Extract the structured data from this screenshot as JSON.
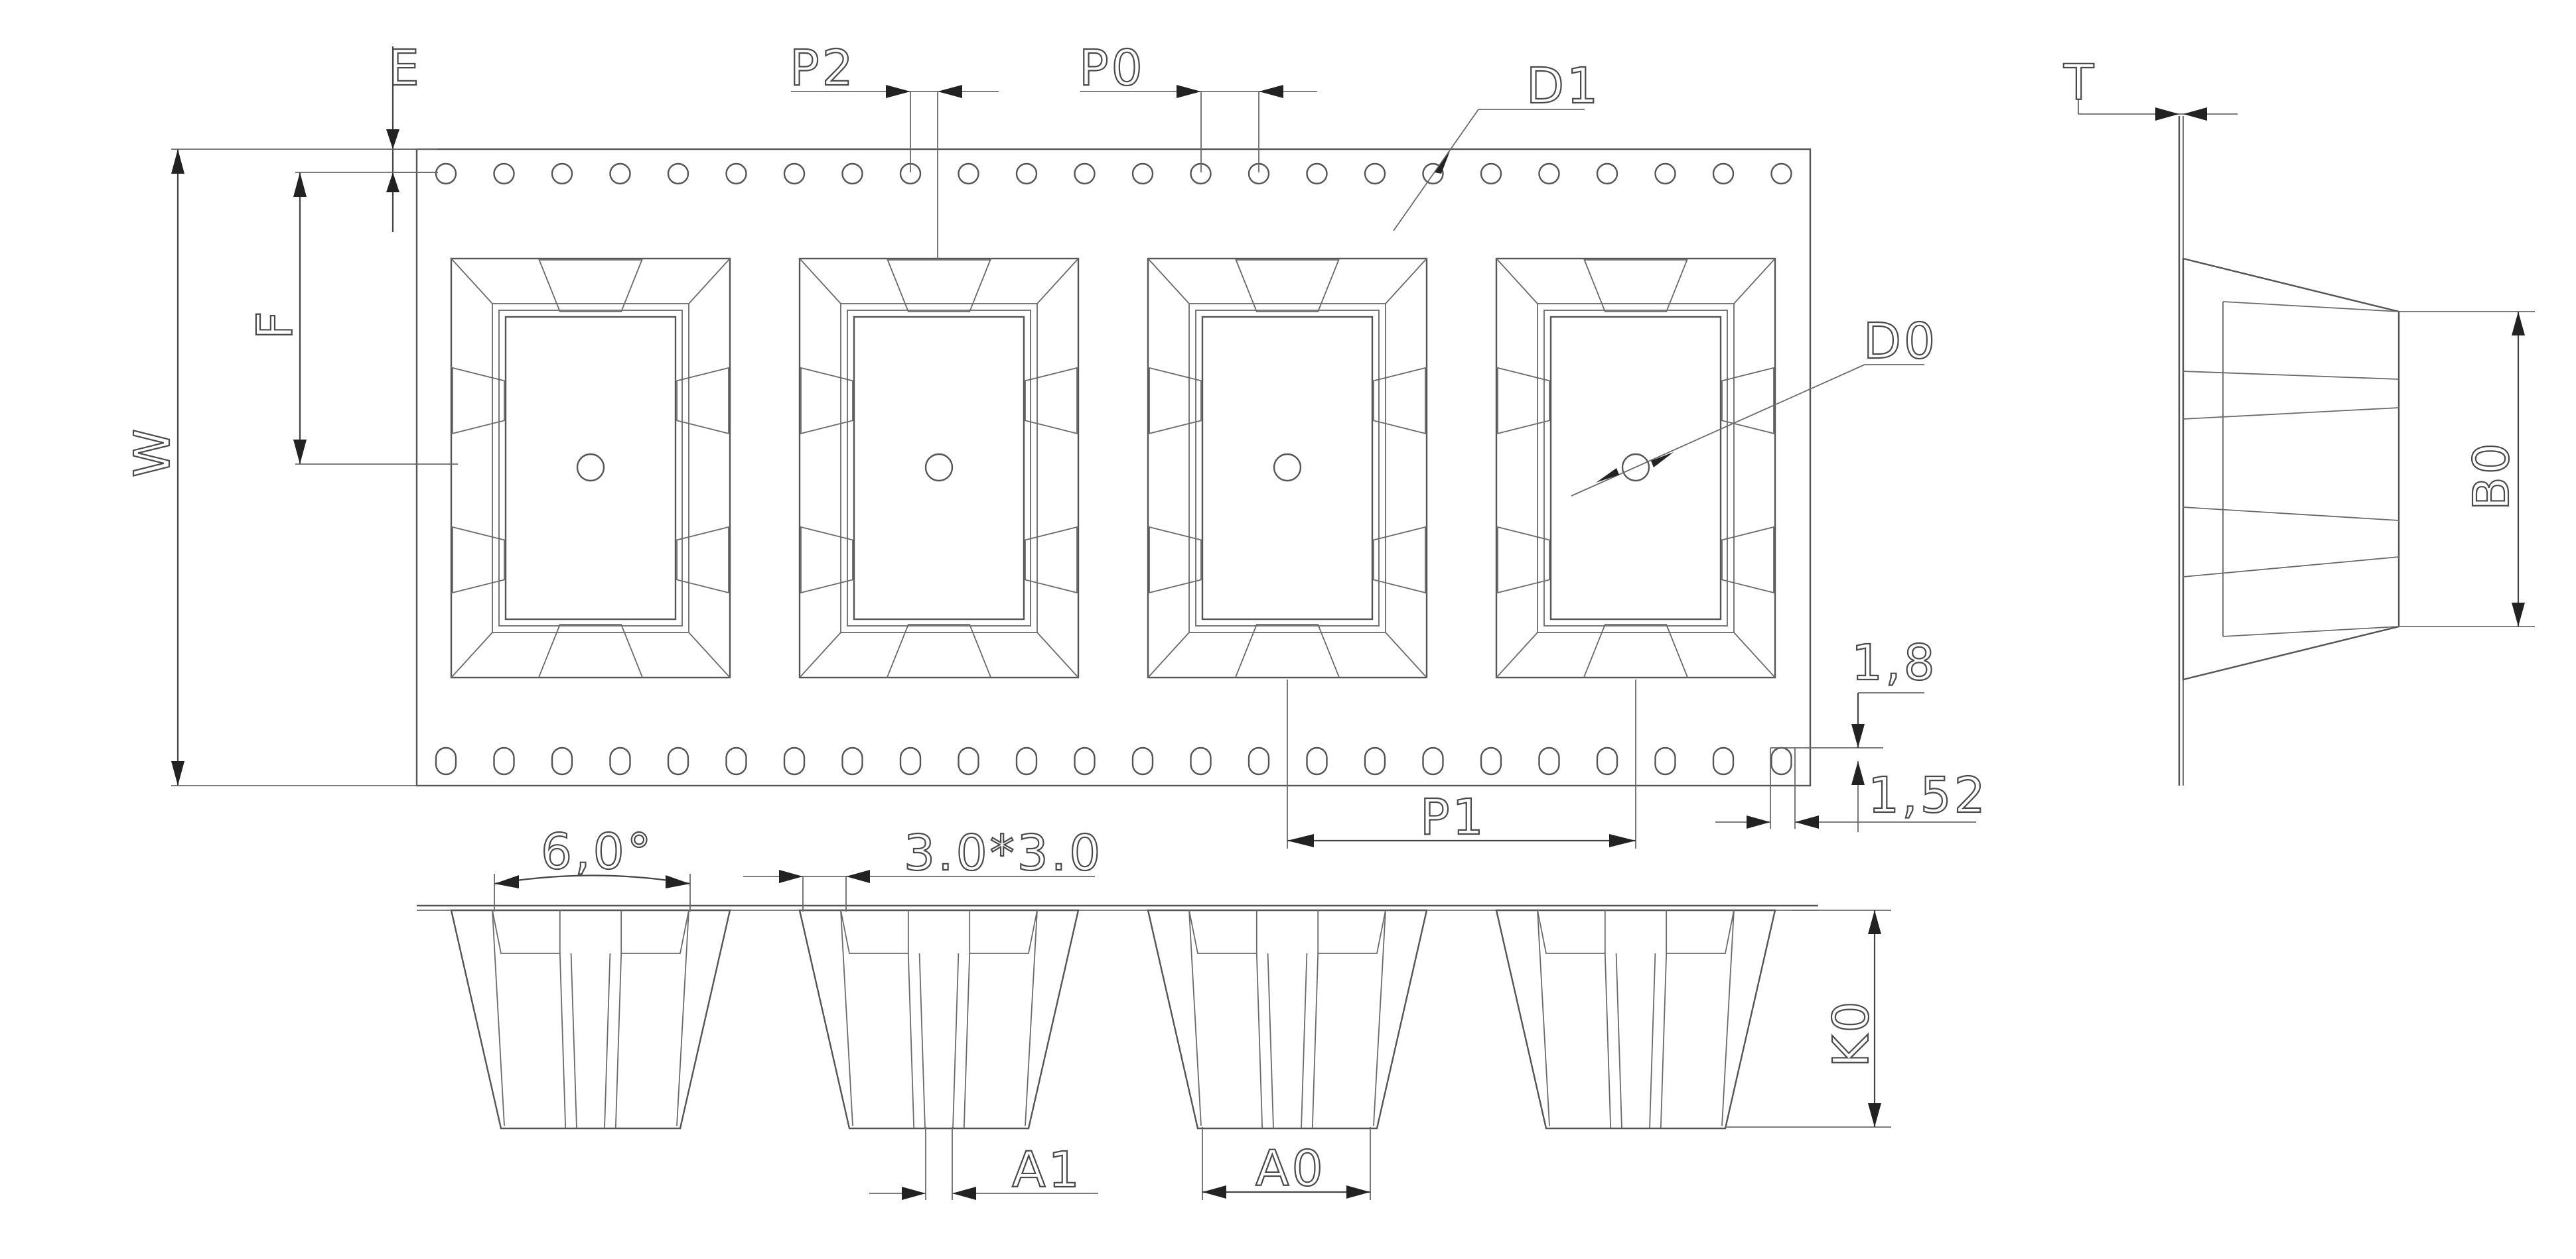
{
  "labels": {
    "E": "E",
    "P2": "P2",
    "P0": "P0",
    "D1": "D1",
    "D0": "D0",
    "F": "F",
    "W": "W",
    "T": "T",
    "B0": "B0",
    "P1": "P1",
    "dim_1_8": "1,8",
    "dim_1_52": "1,52",
    "angle": "6,0°",
    "dim_3x3": "3.0*3.0",
    "K0": "K0",
    "A1": "A1",
    "A0": "A0"
  },
  "pockets_count": 4,
  "sprocket_holes_per_row": 24
}
